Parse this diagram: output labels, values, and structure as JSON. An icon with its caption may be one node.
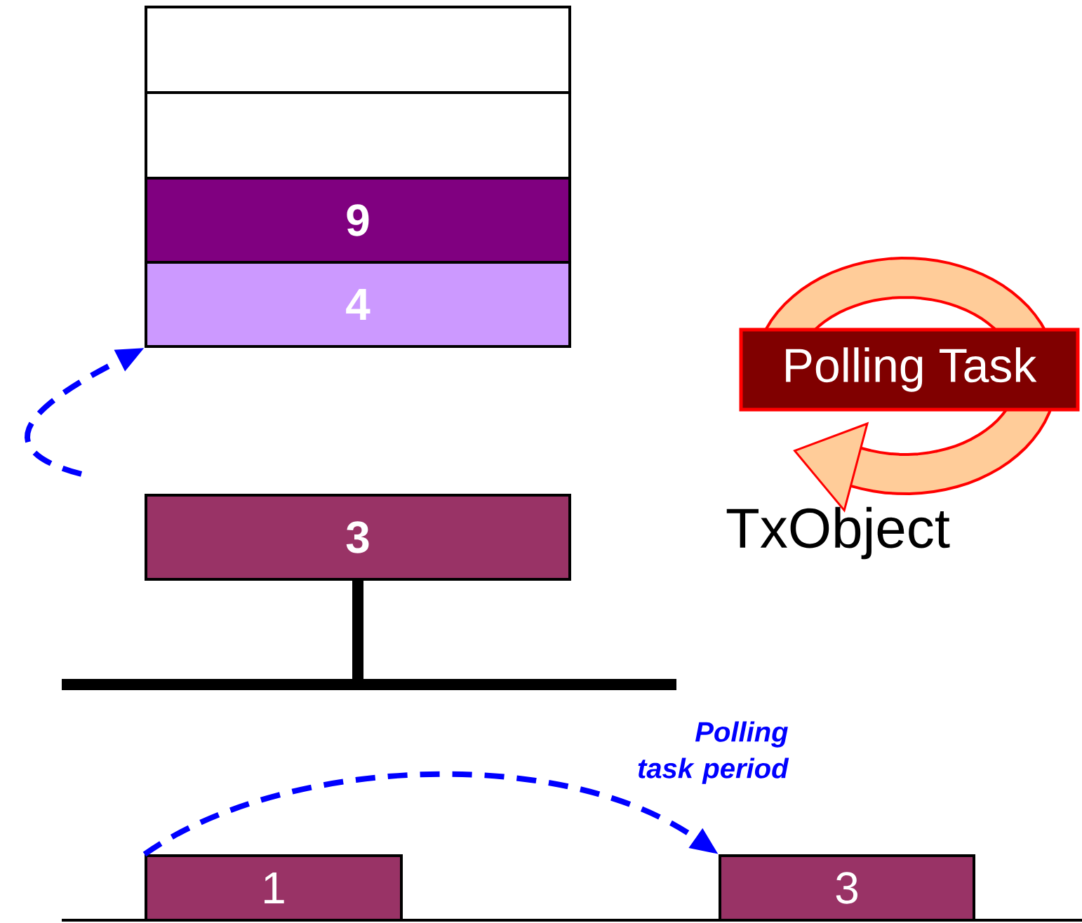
{
  "diagram": {
    "nodes": [
      {
        "text": [],
        "shape": "box"
      },
      {
        "text": [],
        "shape": "box"
      },
      {
        "text": [
          "9"
        ]
      },
      {
        "text": [
          "4"
        ]
      },
      {
        "text": [
          "3"
        ]
      },
      {
        "text": [
          "Polling Task"
        ]
      },
      {
        "text": [
          "1"
        ]
      },
      {
        "text": [
          "3"
        ]
      }
    ],
    "edges": [
      {
        "from": null,
        "to": 3,
        "arrow": "to",
        "style": "dashed",
        "color": "#0000ff"
      },
      {
        "from": 6,
        "to": 7,
        "arrow": "to",
        "style": "dashed",
        "color": "#0000ff",
        "label": "Polling task period"
      }
    ],
    "labels": [
      "TxObject"
    ]
  }
}
